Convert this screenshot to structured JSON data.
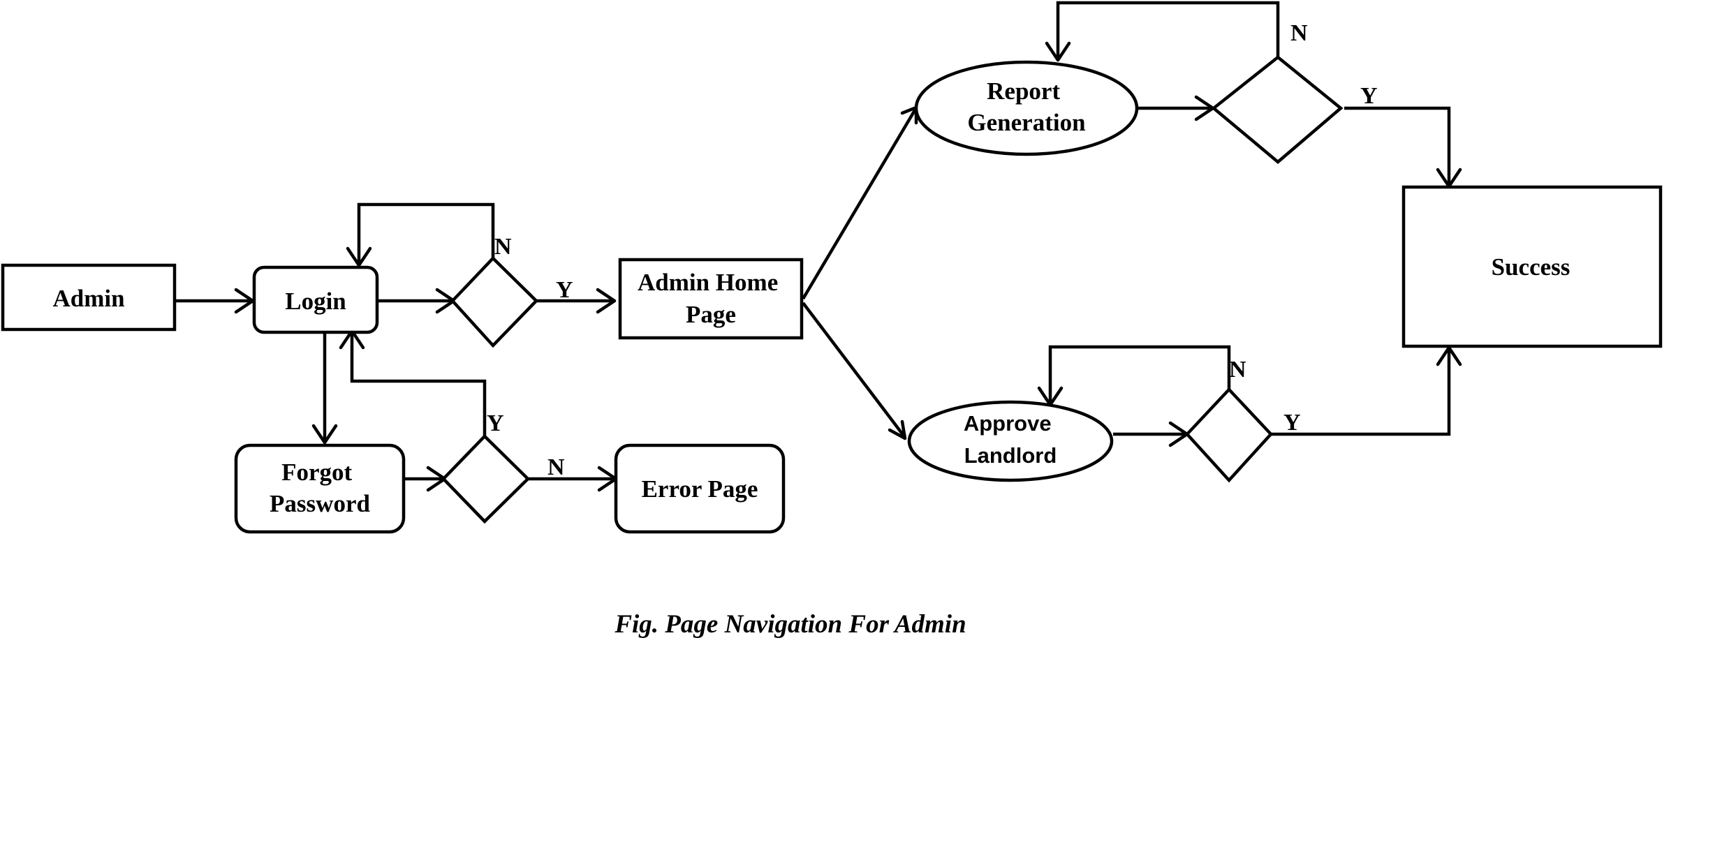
{
  "nodes": {
    "admin": "Admin",
    "login": "Login",
    "forgot_password": [
      "Forgot",
      "Password"
    ],
    "error_page": "Error Page",
    "admin_home": [
      "Admin Home",
      "Page"
    ],
    "report_generation": [
      "Report",
      "Generation"
    ],
    "approve_landlord": [
      "Approve",
      "Landlord"
    ],
    "success": "Success"
  },
  "edge_labels": {
    "login_no": "N",
    "login_yes": "Y",
    "forgot_yes": "Y",
    "forgot_no": "N",
    "report_no": "N",
    "report_yes": "Y",
    "approve_no": "N",
    "approve_yes": "Y"
  },
  "caption": "Fig. Page Navigation For Admin"
}
